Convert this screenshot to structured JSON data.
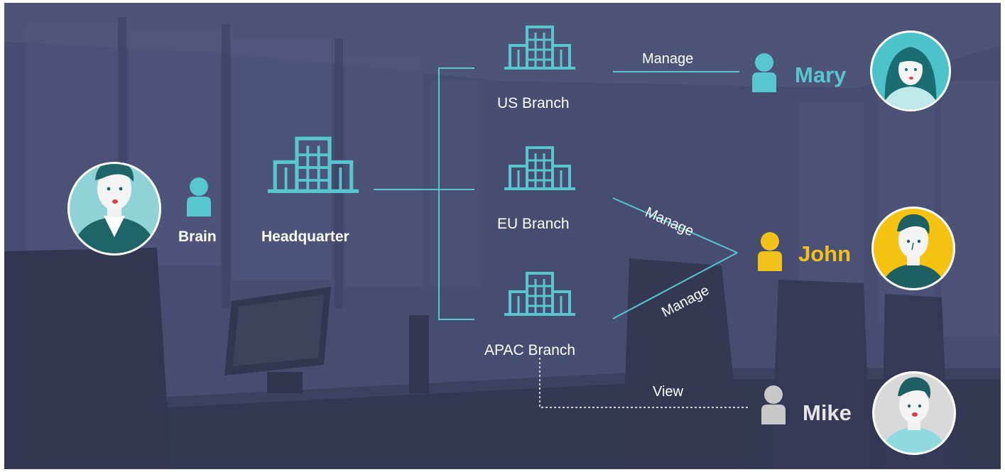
{
  "colors": {
    "teal": "#57c6cf",
    "yellow": "#f3c21a",
    "grey": "#c8c8c8",
    "text": "#ffffff",
    "overlay": "#4b5275"
  },
  "brain": {
    "label": "Brain",
    "avatar": "brain-avatar"
  },
  "headquarter": {
    "label": "Headquarter",
    "icon": "building-icon"
  },
  "branches": [
    {
      "label": "US Branch"
    },
    {
      "label": "EU Branch"
    },
    {
      "label": "APAC Branch"
    }
  ],
  "users": [
    {
      "name": "Mary",
      "color": "#57c6cf"
    },
    {
      "name": "John",
      "color": "#f3c21a"
    },
    {
      "name": "Mike",
      "color": "#c8c8c8"
    }
  ],
  "edges": {
    "us_mary": "Manage",
    "eu_john": "Manage",
    "apac_john": "Manage",
    "apac_mike": "View"
  }
}
